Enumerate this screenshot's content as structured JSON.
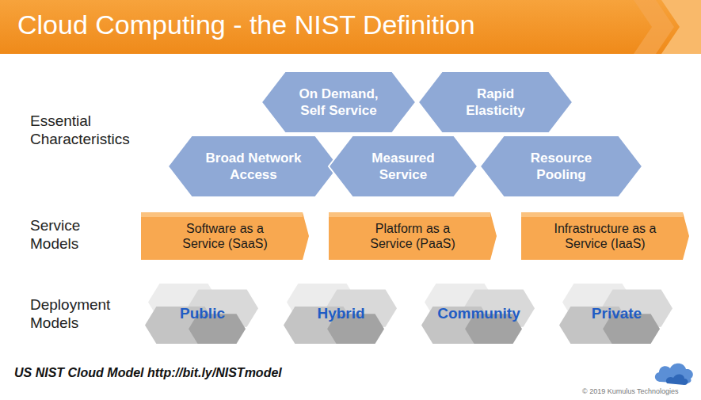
{
  "diagram": {
    "title": "Cloud Computing - the NIST Definition",
    "caption": "US NIST Cloud Model http://bit.ly/NISTmodel",
    "nodes": [
      {
        "text": [
          "On Demand, Self Service"
        ]
      },
      {
        "text": [
          "Rapid Elasticity"
        ]
      },
      {
        "text": [
          "Broad Network Access"
        ]
      },
      {
        "text": [
          "Measured Service"
        ]
      },
      {
        "text": [
          "Resource Pooling"
        ]
      },
      {
        "text": [
          "Software as a Service (SaaS)"
        ]
      },
      {
        "text": [
          "Platform as a Service (PaaS)"
        ]
      },
      {
        "text": [
          "Infrastructure as a Service (IaaS)"
        ]
      },
      {
        "text": [
          "Public"
        ]
      },
      {
        "text": [
          "Hybrid"
        ]
      },
      {
        "text": [
          "Community"
        ]
      },
      {
        "text": [
          "Private"
        ]
      }
    ],
    "labels": [
      "Essential Characteristics",
      "Service Models",
      "Deployment Models",
      "© 2019 Kumulus Technologies"
    ]
  }
}
